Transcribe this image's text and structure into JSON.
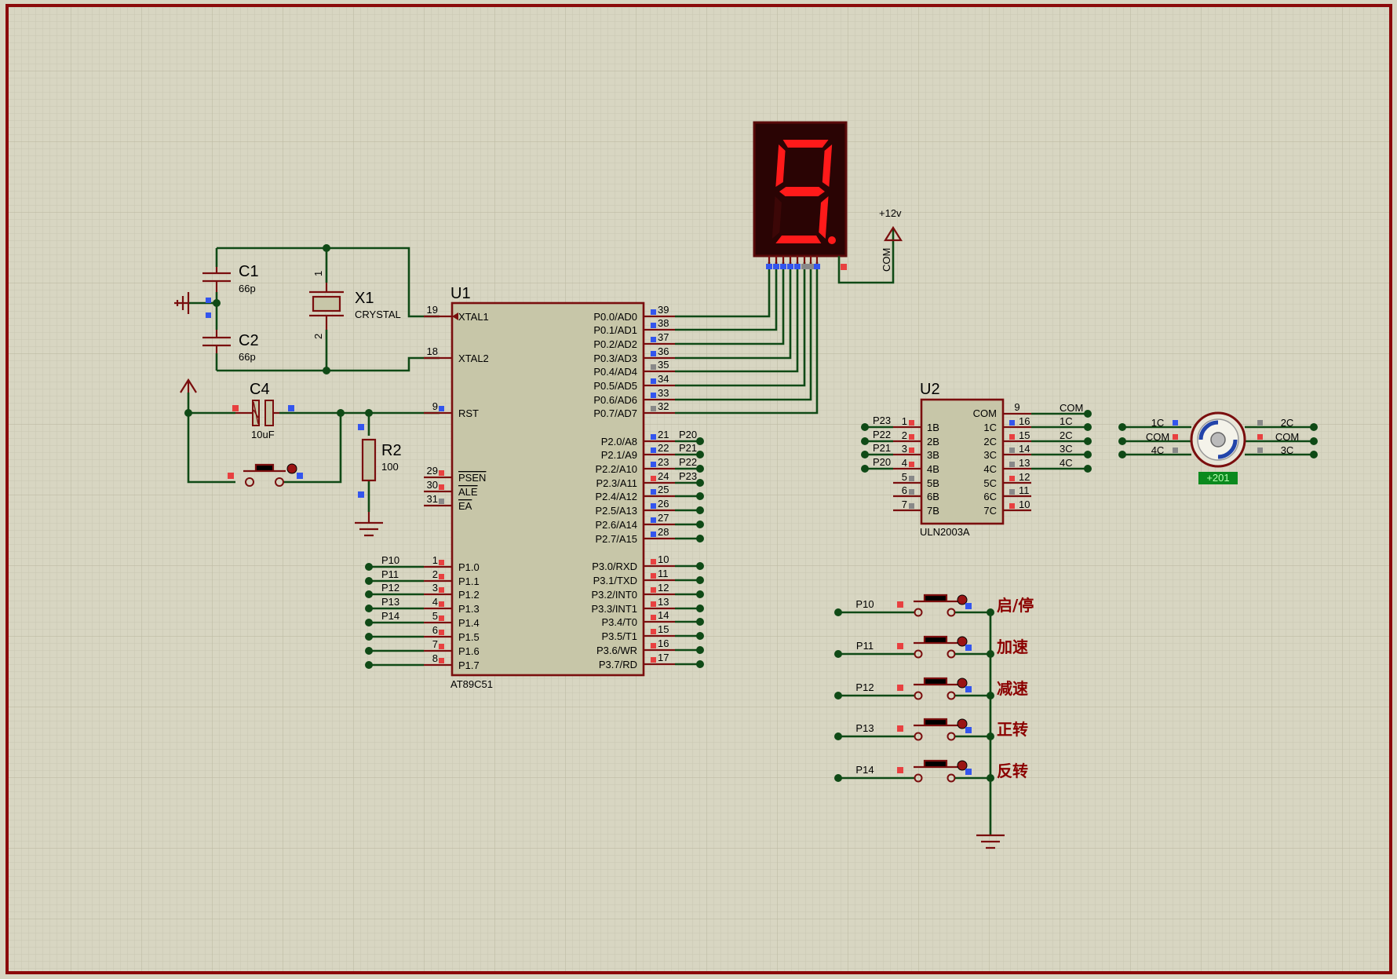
{
  "components": {
    "C1": {
      "ref": "C1",
      "value": "66p"
    },
    "C2": {
      "ref": "C2",
      "value": "66p"
    },
    "C4": {
      "ref": "C4",
      "value": "10uF"
    },
    "X1": {
      "ref": "X1",
      "value": "CRYSTAL",
      "pin1": "1",
      "pin2": "2"
    },
    "R2": {
      "ref": "R2",
      "value": "100"
    },
    "U1": {
      "ref": "U1",
      "part": "AT89C51",
      "left_pins": [
        {
          "num": "19",
          "name": "XTAL1",
          "net": ""
        },
        {
          "num": "18",
          "name": "XTAL2",
          "net": ""
        },
        {
          "num": "9",
          "name": "RST",
          "net": ""
        },
        {
          "num": "29",
          "name": "PSEN",
          "net": ""
        },
        {
          "num": "30",
          "name": "ALE",
          "net": ""
        },
        {
          "num": "31",
          "name": "EA",
          "net": ""
        },
        {
          "num": "1",
          "name": "P1.0",
          "net": "P10"
        },
        {
          "num": "2",
          "name": "P1.1",
          "net": "P11"
        },
        {
          "num": "3",
          "name": "P1.2",
          "net": "P12"
        },
        {
          "num": "4",
          "name": "P1.3",
          "net": "P13"
        },
        {
          "num": "5",
          "name": "P1.4",
          "net": "P14"
        },
        {
          "num": "6",
          "name": "P1.5",
          "net": ""
        },
        {
          "num": "7",
          "name": "P1.6",
          "net": ""
        },
        {
          "num": "8",
          "name": "P1.7",
          "net": ""
        }
      ],
      "right_pins": [
        {
          "num": "39",
          "name": "P0.0/AD0",
          "net": ""
        },
        {
          "num": "38",
          "name": "P0.1/AD1",
          "net": ""
        },
        {
          "num": "37",
          "name": "P0.2/AD2",
          "net": ""
        },
        {
          "num": "36",
          "name": "P0.3/AD3",
          "net": ""
        },
        {
          "num": "35",
          "name": "P0.4/AD4",
          "net": ""
        },
        {
          "num": "34",
          "name": "P0.5/AD5",
          "net": ""
        },
        {
          "num": "33",
          "name": "P0.6/AD6",
          "net": ""
        },
        {
          "num": "32",
          "name": "P0.7/AD7",
          "net": ""
        },
        {
          "num": "21",
          "name": "P2.0/A8",
          "net": "P20"
        },
        {
          "num": "22",
          "name": "P2.1/A9",
          "net": "P21"
        },
        {
          "num": "23",
          "name": "P2.2/A10",
          "net": "P22"
        },
        {
          "num": "24",
          "name": "P2.3/A11",
          "net": "P23"
        },
        {
          "num": "25",
          "name": "P2.4/A12",
          "net": ""
        },
        {
          "num": "26",
          "name": "P2.5/A13",
          "net": ""
        },
        {
          "num": "27",
          "name": "P2.6/A14",
          "net": ""
        },
        {
          "num": "28",
          "name": "P2.7/A15",
          "net": ""
        },
        {
          "num": "10",
          "name": "P3.0/RXD",
          "net": ""
        },
        {
          "num": "11",
          "name": "P3.1/TXD",
          "net": ""
        },
        {
          "num": "12",
          "name": "P3.2/INT0",
          "net": ""
        },
        {
          "num": "13",
          "name": "P3.3/INT1",
          "net": ""
        },
        {
          "num": "14",
          "name": "P3.4/T0",
          "net": ""
        },
        {
          "num": "15",
          "name": "P3.5/T1",
          "net": ""
        },
        {
          "num": "16",
          "name": "P3.6/WR",
          "net": ""
        },
        {
          "num": "17",
          "name": "P3.7/RD",
          "net": ""
        }
      ]
    },
    "U2": {
      "ref": "U2",
      "part": "ULN2003A",
      "left_pins": [
        {
          "num": "1",
          "name": "1B",
          "net": "P23"
        },
        {
          "num": "2",
          "name": "2B",
          "net": "P22"
        },
        {
          "num": "3",
          "name": "3B",
          "net": "P21"
        },
        {
          "num": "4",
          "name": "4B",
          "net": "P20"
        },
        {
          "num": "5",
          "name": "5B",
          "net": ""
        },
        {
          "num": "6",
          "name": "6B",
          "net": ""
        },
        {
          "num": "7",
          "name": "7B",
          "net": ""
        }
      ],
      "right_pins": [
        {
          "num": "9",
          "name": "COM",
          "net": "COM"
        },
        {
          "num": "16",
          "name": "1C",
          "net": "1C"
        },
        {
          "num": "15",
          "name": "2C",
          "net": "2C"
        },
        {
          "num": "14",
          "name": "3C",
          "net": "3C"
        },
        {
          "num": "13",
          "name": "4C",
          "net": "4C"
        },
        {
          "num": "12",
          "name": "5C",
          "net": ""
        },
        {
          "num": "11",
          "name": "6C",
          "net": ""
        },
        {
          "num": "10",
          "name": "7C",
          "net": ""
        }
      ]
    },
    "display": {
      "digit": "9",
      "segment_color": "#ff1a1a",
      "com_label": "COM",
      "power_label": "+12v"
    },
    "motor": {
      "left_labels": [
        "1C",
        "COM",
        "4C"
      ],
      "right_labels": [
        "2C",
        "COM",
        "3C"
      ],
      "readout": "+201"
    },
    "buttons": [
      {
        "net": "P10",
        "label": "启/停"
      },
      {
        "net": "P11",
        "label": "加速"
      },
      {
        "net": "P12",
        "label": "减速"
      },
      {
        "net": "P13",
        "label": "正转"
      },
      {
        "net": "P14",
        "label": "反转"
      }
    ]
  },
  "colors": {
    "background": "#d8d6c2",
    "grid": "#c9c7b1",
    "border": "#8b0a0a",
    "wire": "#0f4a16",
    "component": "#7a0e0e",
    "chip_fill": "#c7c6a8",
    "pin_high": "#e84040",
    "pin_low": "#3355ee",
    "pin_float": "#888888"
  }
}
